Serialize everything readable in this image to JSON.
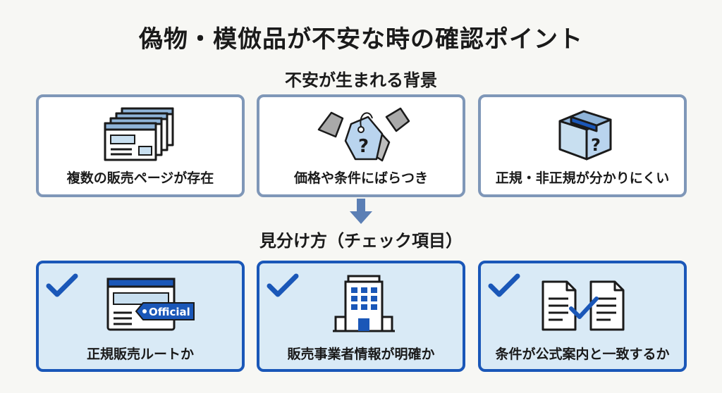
{
  "title": "偽物・模倣品が不安な時の確認ポイント",
  "section1": {
    "heading": "不安が生まれる背景",
    "cards": [
      {
        "label": "複数の販売ページが存在",
        "icon": "multiple-pages-icon"
      },
      {
        "label": "価格や条件にばらつき",
        "icon": "price-tags-question-icon"
      },
      {
        "label": "正規・非正規が分かりにくい",
        "icon": "box-question-icon"
      }
    ]
  },
  "section2": {
    "heading": "見分け方（チェック項目）",
    "cards": [
      {
        "label": "正規販売ルートか",
        "icon": "official-webpage-icon",
        "badge": "Official"
      },
      {
        "label": "販売事業者情報が明確か",
        "icon": "office-building-icon"
      },
      {
        "label": "条件が公式案内と一致するか",
        "icon": "document-compare-icon"
      }
    ]
  },
  "colors": {
    "accent": "#1a57b8",
    "top_border": "#7f97b8",
    "bottom_fill": "#d9eaf6",
    "arrow": "#5b7fb5"
  }
}
